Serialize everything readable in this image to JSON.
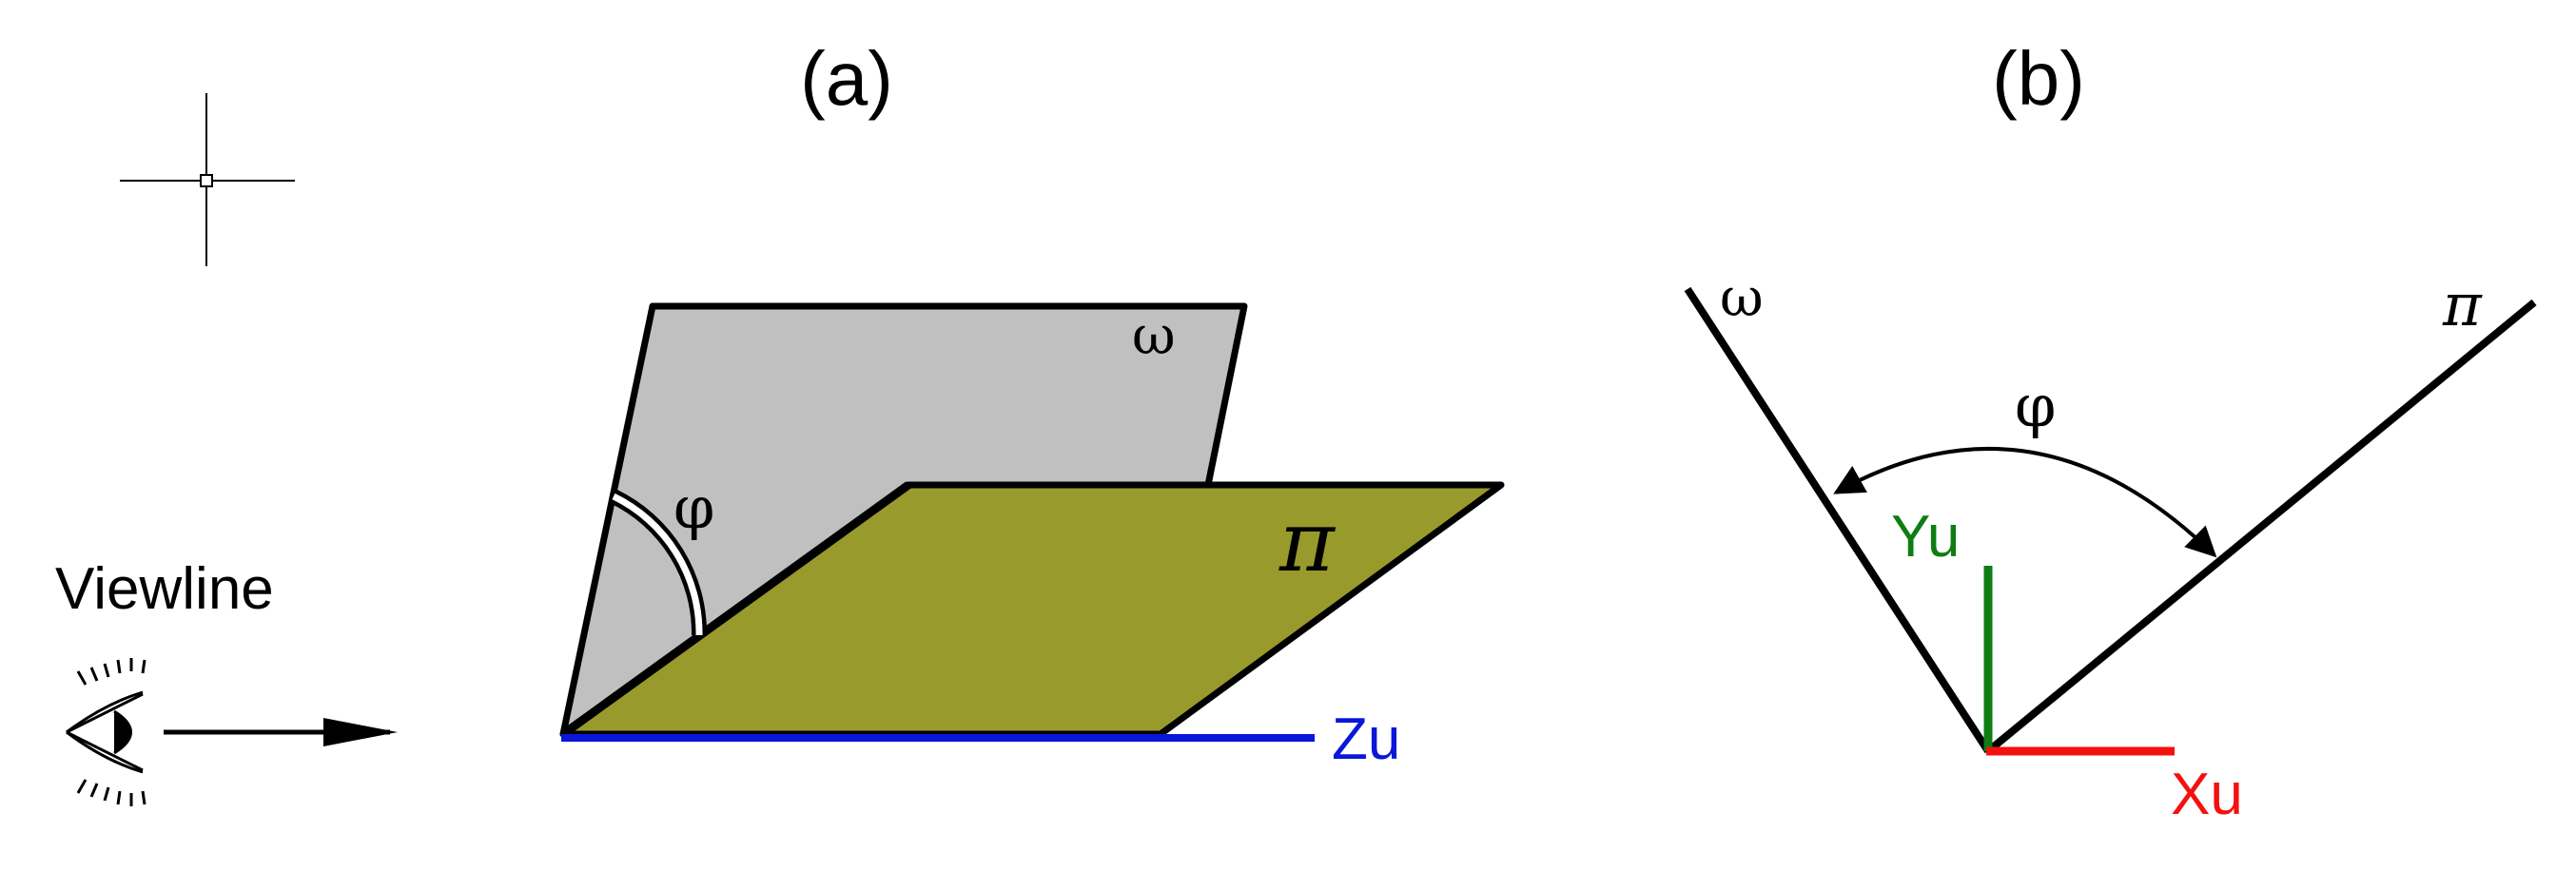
{
  "panels": {
    "a": {
      "label": "(a)"
    },
    "b": {
      "label": "(b)"
    }
  },
  "viewline": {
    "label": "Viewline",
    "icon": "eye-icon"
  },
  "crosshair": {
    "icon": "crosshair-cursor-icon"
  },
  "diagram_a": {
    "plane_omega": {
      "label": "ω",
      "fill": "#c0c0c0"
    },
    "plane_pi": {
      "label": "π",
      "fill": "#999a2c"
    },
    "angle": {
      "label": "φ"
    },
    "axis_z": {
      "label": "Zu",
      "color": "#0a16d8"
    }
  },
  "diagram_b": {
    "line_omega": {
      "label": "ω"
    },
    "line_pi": {
      "label": "π"
    },
    "angle": {
      "label": "φ"
    },
    "axis_y": {
      "label": "Yu",
      "color": "#0f7d13"
    },
    "axis_x": {
      "label": "Xu",
      "color": "#f51010"
    }
  }
}
